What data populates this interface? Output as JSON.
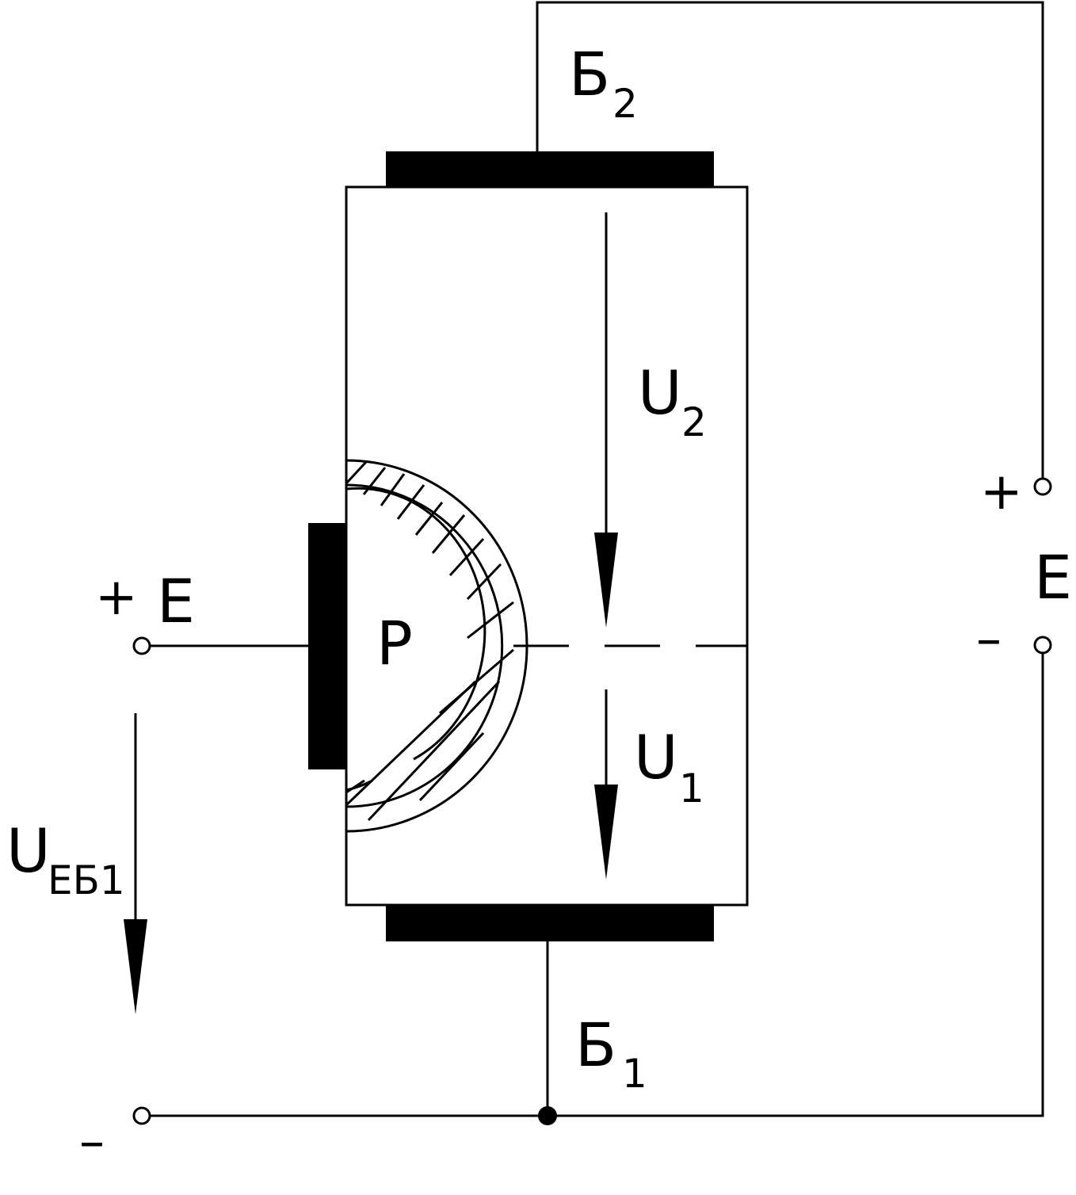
{
  "labels": {
    "b2_main": "Б",
    "b2_sub": "2",
    "b1_main": "Б",
    "b1_sub": "1",
    "u2_main": "U",
    "u2_sub": "2",
    "u1_main": "U",
    "u1_sub": "1",
    "ueb1_main": "U",
    "ueb1_sub": "ЕБ1",
    "p_region": "P",
    "emitter_plus": "+",
    "emitter_e": "E",
    "emitter_minus": "–",
    "supply_plus": "+",
    "supply_e": "E",
    "supply_minus": "–"
  },
  "colors": {
    "stroke": "#000000",
    "background": "#ffffff"
  }
}
